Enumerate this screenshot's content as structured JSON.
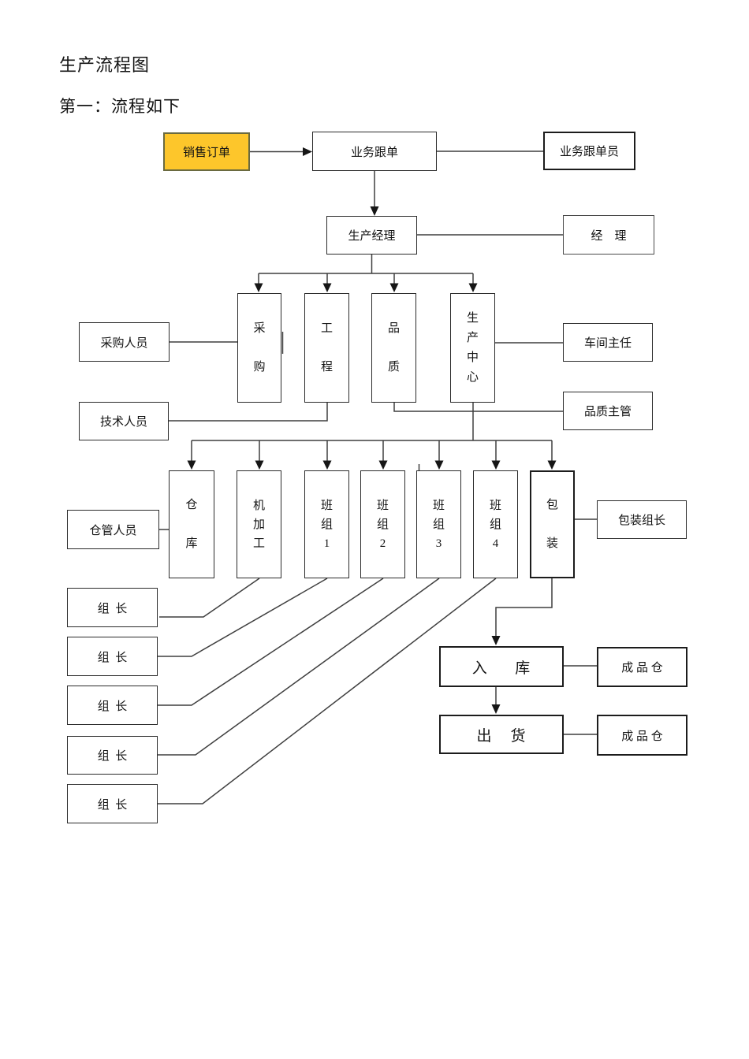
{
  "page": {
    "title": "生产流程图",
    "subtitle": "第一：流程如下"
  },
  "colors": {
    "highlight_fill": "#FDC62B",
    "highlight_border": "#6A6A40",
    "box_border": "#2B2B2B",
    "connector": "#3F3F3F"
  },
  "nodes": {
    "sales_order": {
      "label": "销售订单"
    },
    "order_follow": {
      "label": "业务跟单"
    },
    "order_follower": {
      "label": "业务跟单员"
    },
    "production_manager": {
      "label": "生产经理"
    },
    "manager": {
      "label": "经    理"
    },
    "purchasing_staff": {
      "label": "采购人员"
    },
    "technical_staff": {
      "label": "技术人员"
    },
    "purchasing": {
      "label": "采\n购"
    },
    "engineering": {
      "label": "工\n程"
    },
    "quality": {
      "label": "品\n质"
    },
    "production_center": {
      "label": "生\n产\n中\n心"
    },
    "workshop_director": {
      "label": "车间主任"
    },
    "quality_supervisor": {
      "label": "品质主管"
    },
    "warehouse": {
      "label": "仓\n库"
    },
    "machining": {
      "label": "机\n加\n工"
    },
    "team1": {
      "label": "班\n组\n1"
    },
    "team2": {
      "label": "班\n组\n2"
    },
    "team3": {
      "label": "班\n组\n3"
    },
    "team4": {
      "label": "班\n组\n4"
    },
    "packing": {
      "label": "包\n装"
    },
    "warehouse_staff": {
      "label": "仓管人员"
    },
    "packing_leader": {
      "label": "包装组长"
    },
    "leader1": {
      "label": "组  长"
    },
    "leader2": {
      "label": "组  长"
    },
    "leader3": {
      "label": "组  长"
    },
    "leader4": {
      "label": "组  长"
    },
    "leader5": {
      "label": "组  长"
    },
    "warehouse_in": {
      "label": "入      库"
    },
    "finished_store_1": {
      "label": "成 品 仓"
    },
    "ship_out": {
      "label": "出    货"
    },
    "finished_store_2": {
      "label": "成 品 仓"
    }
  }
}
